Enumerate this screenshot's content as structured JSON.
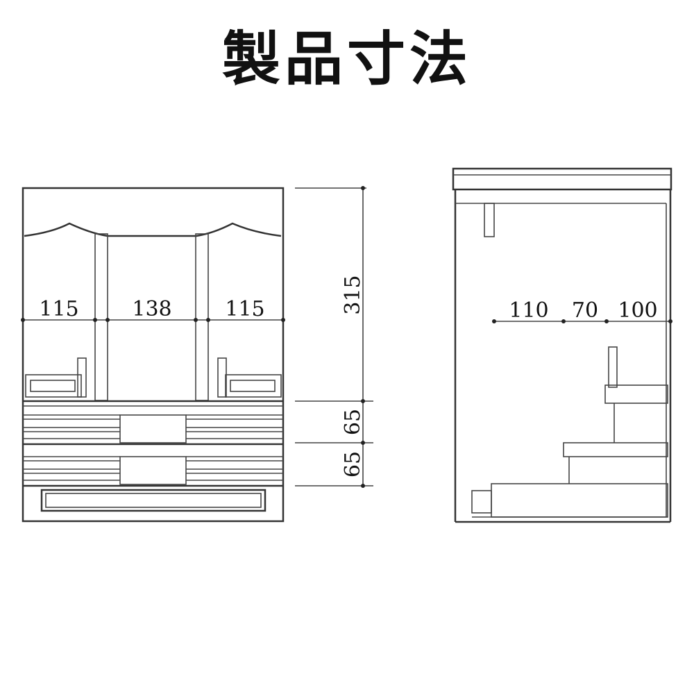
{
  "title": "製品寸法",
  "front_view": {
    "widths": [
      "115",
      "138",
      "115"
    ],
    "height": "315",
    "drawer_heights": [
      "65",
      "65"
    ]
  },
  "side_view": {
    "depths": [
      "110",
      "70",
      "100"
    ]
  }
}
